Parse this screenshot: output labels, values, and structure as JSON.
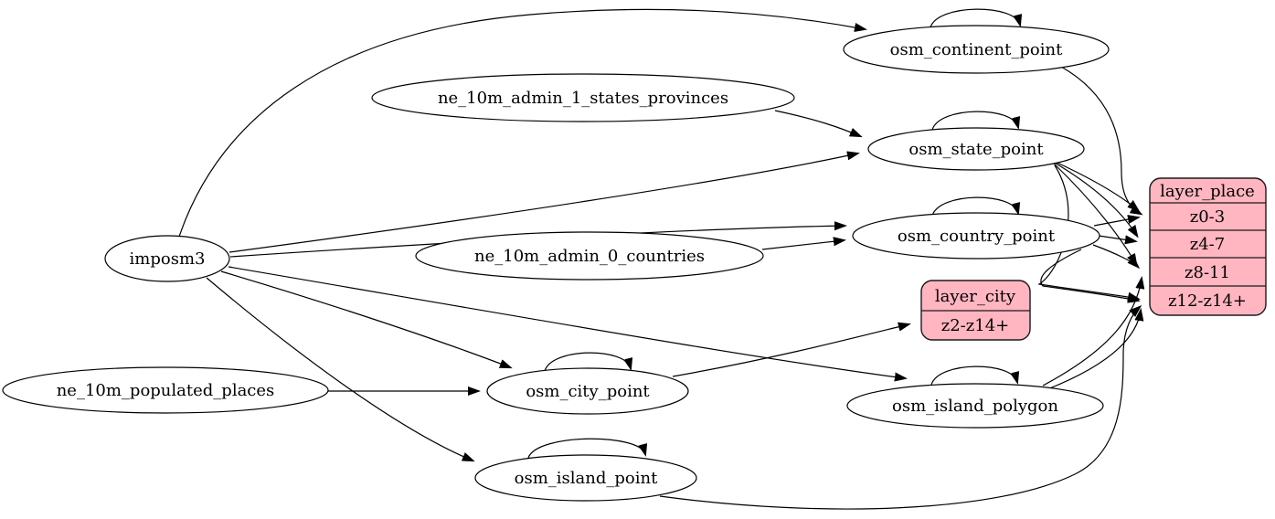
{
  "diagram_type": "etl-graph",
  "colors": {
    "record_fill": "#ffb6c1",
    "node_fill": "#ffffff",
    "edge_stroke": "#000000",
    "background": "#ffffff"
  },
  "nodes": {
    "imposm3": {
      "label": "imposm3",
      "shape": "ellipse"
    },
    "ne_10m_admin_1_states_provinces": {
      "label": "ne_10m_admin_1_states_provinces",
      "shape": "ellipse"
    },
    "ne_10m_admin_0_countries": {
      "label": "ne_10m_admin_0_countries",
      "shape": "ellipse"
    },
    "ne_10m_populated_places": {
      "label": "ne_10m_populated_places",
      "shape": "ellipse"
    },
    "osm_continent_point": {
      "label": "osm_continent_point",
      "shape": "ellipse"
    },
    "osm_state_point": {
      "label": "osm_state_point",
      "shape": "ellipse"
    },
    "osm_country_point": {
      "label": "osm_country_point",
      "shape": "ellipse"
    },
    "osm_city_point": {
      "label": "osm_city_point",
      "shape": "ellipse"
    },
    "osm_island_polygon": {
      "label": "osm_island_polygon",
      "shape": "ellipse"
    },
    "osm_island_point": {
      "label": "osm_island_point",
      "shape": "ellipse"
    },
    "layer_place": {
      "title": "layer_place",
      "shape": "record",
      "rows": [
        "z0-3",
        "z4-7",
        "z8-11",
        "z12-z14+"
      ]
    },
    "layer_city": {
      "title": "layer_city",
      "shape": "record",
      "rows": [
        "z2-z14+"
      ]
    }
  },
  "edges": [
    {
      "from": "imposm3",
      "to": "osm_continent_point"
    },
    {
      "from": "imposm3",
      "to": "osm_state_point"
    },
    {
      "from": "imposm3",
      "to": "osm_country_point"
    },
    {
      "from": "imposm3",
      "to": "osm_city_point"
    },
    {
      "from": "imposm3",
      "to": "osm_island_polygon"
    },
    {
      "from": "imposm3",
      "to": "osm_island_point"
    },
    {
      "from": "ne_10m_admin_1_states_provinces",
      "to": "osm_state_point"
    },
    {
      "from": "ne_10m_admin_0_countries",
      "to": "osm_country_point"
    },
    {
      "from": "ne_10m_populated_places",
      "to": "osm_city_point"
    },
    {
      "from": "osm_continent_point",
      "to": "osm_continent_point",
      "self_loop": true
    },
    {
      "from": "osm_state_point",
      "to": "osm_state_point",
      "self_loop": true
    },
    {
      "from": "osm_country_point",
      "to": "osm_country_point",
      "self_loop": true
    },
    {
      "from": "osm_city_point",
      "to": "osm_city_point",
      "self_loop": true
    },
    {
      "from": "osm_island_polygon",
      "to": "osm_island_polygon",
      "self_loop": true
    },
    {
      "from": "osm_island_point",
      "to": "osm_island_point",
      "self_loop": true
    },
    {
      "from": "osm_continent_point",
      "to": "layer_place",
      "to_port": "z0-3"
    },
    {
      "from": "osm_state_point",
      "to": "layer_place",
      "to_port": "z0-3"
    },
    {
      "from": "osm_state_point",
      "to": "layer_place",
      "to_port": "z4-7"
    },
    {
      "from": "osm_state_point",
      "to": "layer_place",
      "to_port": "z8-11"
    },
    {
      "from": "osm_state_point",
      "to": "layer_place",
      "to_port": "z12-z14+"
    },
    {
      "from": "osm_country_point",
      "to": "layer_place",
      "to_port": "z0-3"
    },
    {
      "from": "osm_country_point",
      "to": "layer_place",
      "to_port": "z4-7"
    },
    {
      "from": "osm_country_point",
      "to": "layer_place",
      "to_port": "z8-11"
    },
    {
      "from": "osm_country_point",
      "to": "layer_place",
      "to_port": "z12-z14+"
    },
    {
      "from": "osm_city_point",
      "to": "layer_city",
      "to_port": "z2-z14+"
    },
    {
      "from": "osm_island_polygon",
      "to": "layer_place",
      "to_port": "z8-11"
    },
    {
      "from": "osm_island_polygon",
      "to": "layer_place",
      "to_port": "z12-z14+"
    },
    {
      "from": "osm_island_point",
      "to": "layer_place",
      "to_port": "z12-z14+"
    }
  ]
}
